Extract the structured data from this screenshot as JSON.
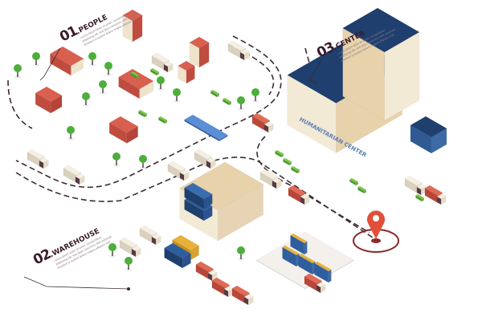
{
  "sections": [
    {
      "number": "01",
      "title": ".PEOPLE",
      "body": [
        "Lorem ipsum dolor sit amet, consectetuer",
        "adipiscing elit, sed diam nonummy nibh euismod",
        "tincidunt ut laoreet dolore magna aliquam erat"
      ]
    },
    {
      "number": "02",
      "title": ".WAREHOUSE",
      "body": [
        "Lorem ipsum dolor sit amet, consectetuer",
        "adipiscing elit, sed diam nonummy nibh euismod",
        "tincidunt ut laoreet dolore magna aliquam erat"
      ]
    },
    {
      "number": "03",
      "title": ".CENTER",
      "body": [
        "Lorem ipsum dolor sit amet, consectetuer",
        "adipiscing elit, sed diam nonummy nibh euismod",
        "tincidunt ut laoreet dolore magna aliquam erat"
      ]
    }
  ],
  "building_sign": "HUMANITARIAN CENTER",
  "colors": {
    "roof_red": "#d9604f",
    "navy": "#1f3f6e",
    "cream": "#f3ead6",
    "beige": "#e7d2ac",
    "tree": "#4caf3a",
    "road": "#3b2a33",
    "pin": "#e0503a"
  }
}
